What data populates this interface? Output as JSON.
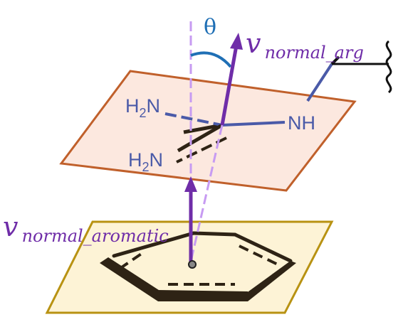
{
  "labels": {
    "theta": "θ",
    "v_arg_symbol": "v",
    "v_arg_subscript": "normal_arg",
    "v_arom_symbol": "v",
    "v_arom_subscript": "normal_aromatic",
    "h2n_top_h": "H",
    "h2n_top_sub": "2",
    "h2n_top_n": "N",
    "h2n_bottom_h": "H",
    "h2n_bottom_sub": "2",
    "h2n_bottom_n": "N",
    "nh": "NH"
  },
  "colors": {
    "vector": "#6f2da8",
    "dashed_axis": "#c79bf2",
    "angle_arc": "#1f6fb5",
    "theta_text": "#1f6fb5",
    "label_purple": "#6f2da8",
    "atom_blue": "#4a5aa8",
    "arg_plane_fill": "#fce8df",
    "arg_plane_stroke": "#c0602b",
    "arom_plane_fill": "#fdf3d6",
    "arom_plane_stroke": "#b89212",
    "bond_dark": "#2e2315",
    "ring_dark": "#2e2315"
  }
}
